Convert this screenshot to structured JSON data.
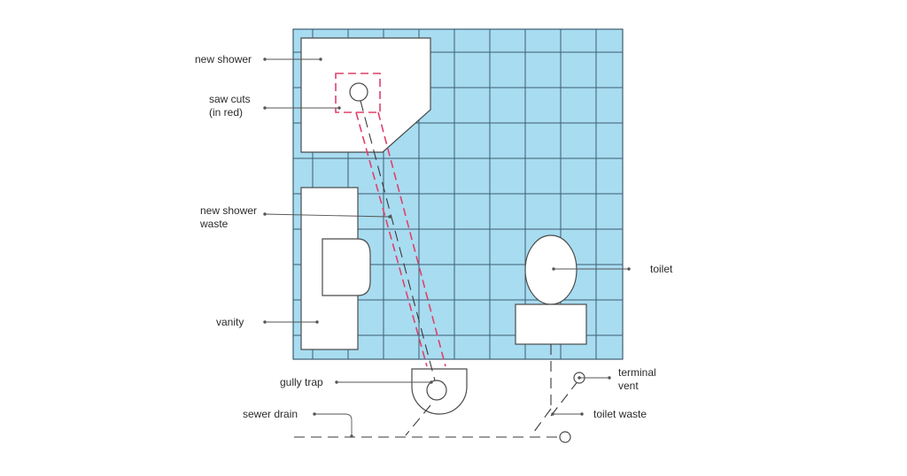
{
  "labels": {
    "new_shower": "new shower",
    "saw_cuts_line1": "saw cuts",
    "saw_cuts_line2": "(in red)",
    "new_shower_waste_line1": "new shower",
    "new_shower_waste_line2": "waste",
    "vanity": "vanity",
    "toilet": "toilet",
    "gully_trap": "gully trap",
    "terminal_vent_line1": "terminal",
    "terminal_vent_line2": "vent",
    "sewer_drain": "sewer drain",
    "toilet_waste": "toilet waste"
  },
  "colors": {
    "floor_tile": "#a8dcf0",
    "grout": "#3d5d72",
    "outline": "#4a4a4a",
    "saw_cut": "#e0406a",
    "pipe": "#3a3a3a",
    "leader": "#555555",
    "fixture_fill": "#ffffff"
  }
}
